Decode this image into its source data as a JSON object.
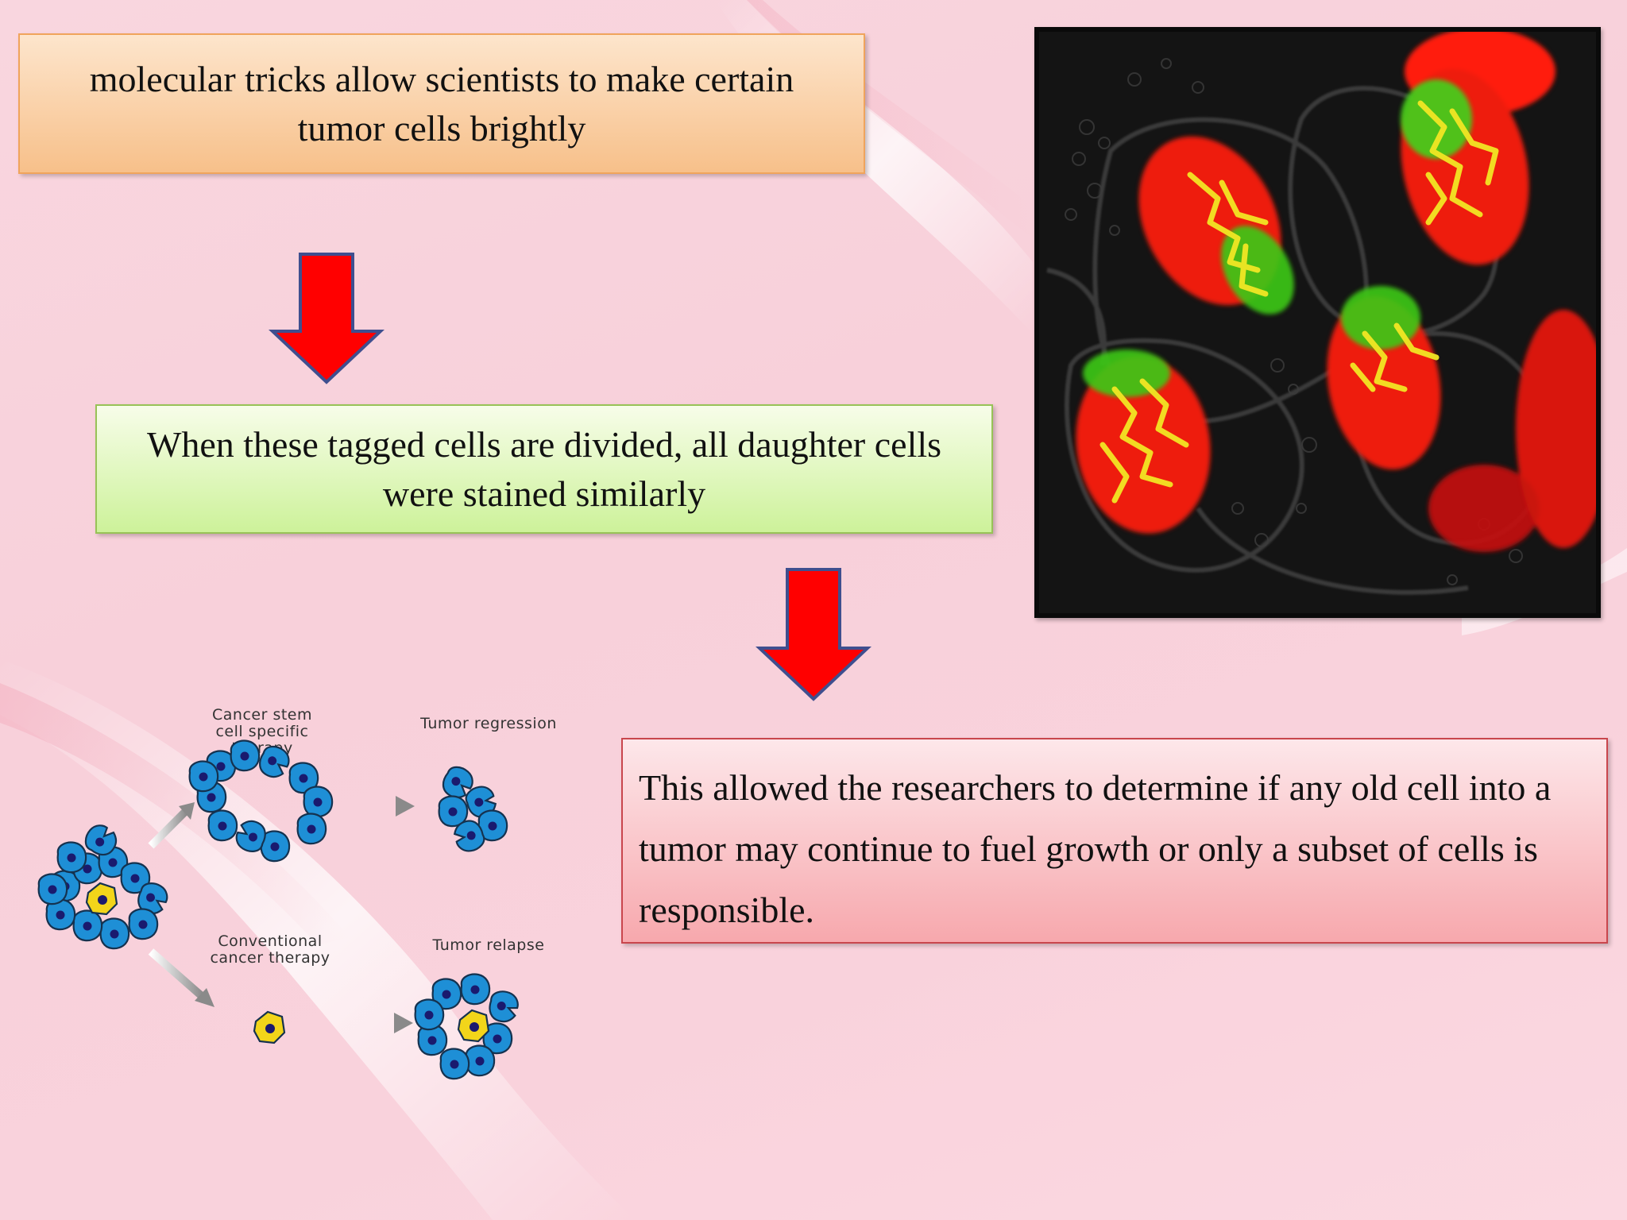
{
  "slide": {
    "step1_text": "molecular tricks allow scientists to make certain tumor cells brightly",
    "step2_text": "When these tagged cells are divided, all daughter cells were stained similarly",
    "step3_text": "This allowed the researchers to determine if any old cell into a tumor may continue to fuel growth or only a subset of cells is responsible."
  },
  "diagram": {
    "label_csc_therapy": "Cancer stem cell specific therapy",
    "label_regression": "Tumor regression",
    "label_conventional": "Conventional cancer therapy",
    "label_relapse": "Tumor relapse"
  },
  "colors": {
    "arrow_fill": "#ff0000",
    "arrow_outline": "#3f4f8f",
    "cell_blue": "#1e8fd6",
    "stem_cell_yellow": "#f2d51a",
    "nucleus": "#1a1a6e"
  }
}
